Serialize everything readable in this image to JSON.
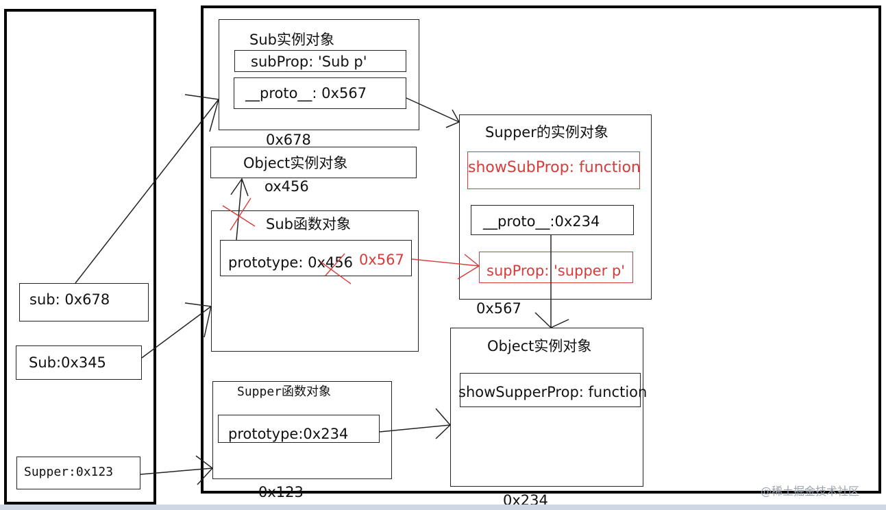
{
  "stack": {
    "sub": "sub: 0x678",
    "Sub": "Sub:0x345",
    "Supper": "Supper:0x123"
  },
  "sub_instance": {
    "title": "Sub实例对象",
    "subProp": "subProp: 'Sub p'",
    "proto": "__proto__: 0x567",
    "address": "0x678"
  },
  "object_instance_top": {
    "title": "Object实例对象",
    "address": "ox456"
  },
  "sub_function": {
    "title": "Sub函数对象",
    "prototype": "prototype: 0x456",
    "new_value": "0x567"
  },
  "supper_instance": {
    "title": "Supper的实例对象",
    "showSubProp": "showSubProp: function",
    "proto": "__proto__:0x234",
    "supProp": "supProp: 'supper p'",
    "address": "0x567"
  },
  "object_instance_bottom": {
    "title": "Object实例对象",
    "method": "showSupperProp: function",
    "address": "0x234"
  },
  "supper_function": {
    "title": "Supper函数对象",
    "prototype": "prototype:0x234",
    "address": "0x123"
  },
  "watermark": "@稀土掘金技术社区",
  "colors": {
    "stroke": "#222222",
    "red": "#d93a3a"
  }
}
